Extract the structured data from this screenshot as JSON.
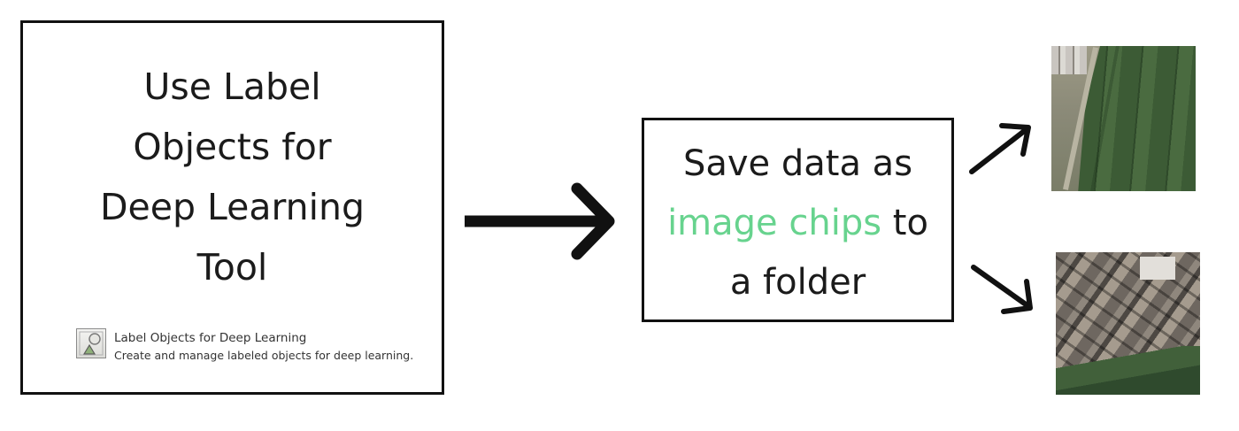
{
  "tool_box": {
    "title_lines": [
      "Use Label",
      "Objects for",
      "Deep Learning",
      "Tool"
    ],
    "tool_name": "Label Objects for Deep Learning",
    "tool_description": "Create and manage labeled objects for deep learning.",
    "icon": "label-objects-tool-icon"
  },
  "save_box": {
    "line1": "Save data as",
    "line2_highlight": "image chips",
    "line2_rest": " to",
    "line3": "a folder",
    "highlight_color": "#67d38e"
  },
  "arrows": [
    "right-arrow",
    "up-right-arrow",
    "down-right-arrow"
  ],
  "chips": [
    {
      "name": "image-chip-farmland"
    },
    {
      "name": "image-chip-rooftops"
    }
  ]
}
